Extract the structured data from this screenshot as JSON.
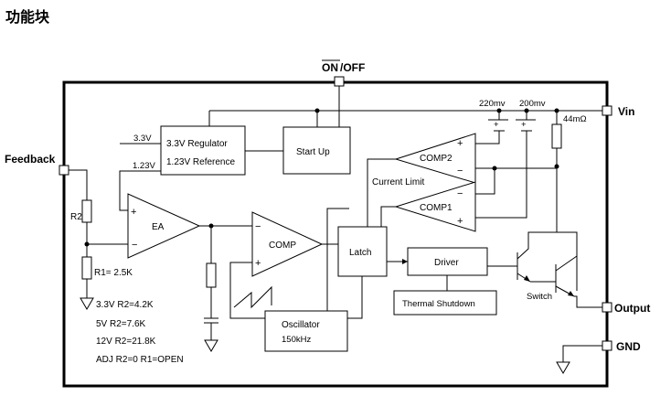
{
  "heading": "功能块",
  "pins": {
    "onoff_overlined": "ON",
    "onoff_rest": "/OFF",
    "vin": "Vin",
    "feedback": "Feedback",
    "output": "Output",
    "gnd": "GND"
  },
  "blocks": {
    "regulator_line1": "3.3V Regulator",
    "regulator_line2": "1.23V Reference",
    "startup": "Start Up",
    "ea": "EA",
    "comp": "COMP",
    "comp1": "COMP1",
    "comp2": "COMP2",
    "latch": "Latch",
    "driver": "Driver",
    "thermal": "Thermal Shutdown",
    "oscillator_line1": "Oscillator",
    "oscillator_line2": "150kHz",
    "switch": "Switch",
    "current_limit": "Current Limit"
  },
  "labels": {
    "v33": "3.3V",
    "v123": "1.23V",
    "mv220": "220mv",
    "mv200": "200mv",
    "r44": "44mΩ",
    "r2": "R2",
    "r1": "R1= 2.5K"
  },
  "table": [
    "3.3V  R2=4.2K",
    "5V   R2=7.6K",
    "12V  R2=21.8K",
    "ADJ  R2=0    R1=OPEN"
  ],
  "op_signs": {
    "plus": "+",
    "minus": "−"
  }
}
